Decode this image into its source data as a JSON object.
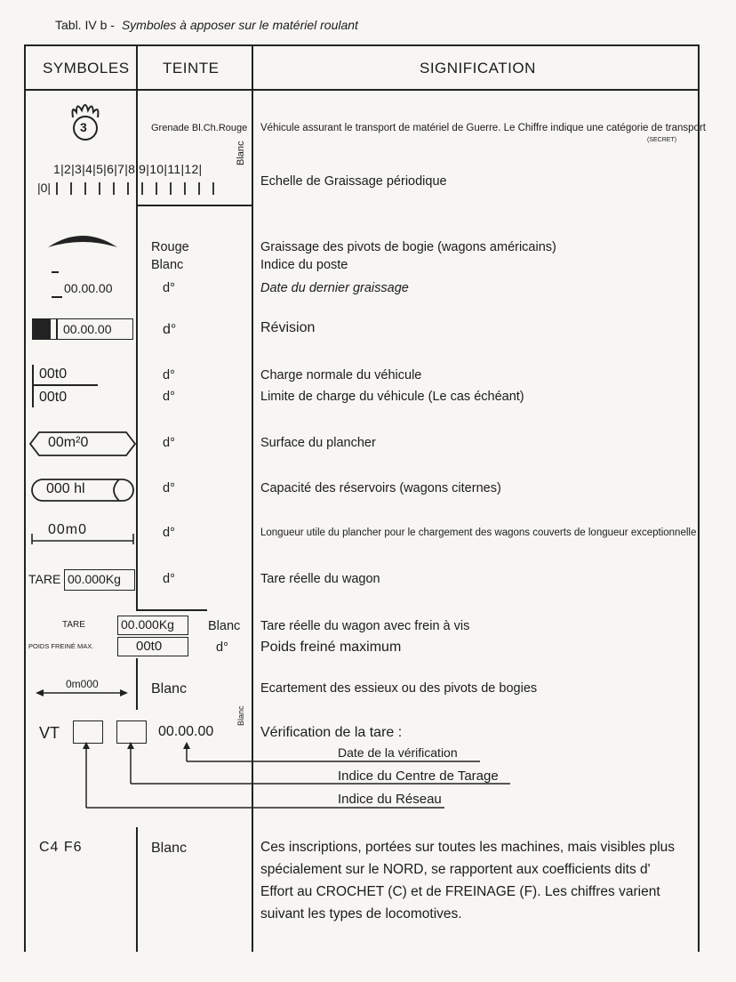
{
  "title": {
    "ref": "Tabl. IV b -",
    "text": "Symboles à apposer sur le matériel roulant"
  },
  "headers": {
    "symboles": "SYMBOLES",
    "teinte": "TEINTE",
    "signification": "SIGNIFICATION"
  },
  "vertical_labels": {
    "blanc_1": "Blanc",
    "blanc_2": "Blanc"
  },
  "rows": {
    "grenade": {
      "symbol": "3",
      "teinte": "Grenade Bl.Ch.Rouge",
      "signification": "Véhicule assurant le transport de matériel de Guerre. Le Chiffre indique une catégorie de transport",
      "note": "(SECRET)"
    },
    "graissage_periodique": {
      "top_numbers": "1|2|3|4|5|6|7|8|9|10|11|12|",
      "bottom_left": "|0|",
      "signification": "Echelle de Graissage périodique"
    },
    "graissage_pivots": {
      "teinte_1": "Rouge",
      "teinte_2": "Blanc",
      "sig_1": "Graissage des pivots de bogie (wagons américains)",
      "sig_2": "Indice du poste",
      "date_symbol": "00.00.00",
      "teinte_3": "d°",
      "sig_3": "Date du dernier graissage"
    },
    "revision": {
      "symbol": "00.00.00",
      "teinte": "d°",
      "signification": "Révision"
    },
    "charge": {
      "symbol_1": "00t0",
      "symbol_2": "00t0",
      "teinte_1": "d°",
      "teinte_2": "d°",
      "sig_1": "Charge normale du véhicule",
      "sig_2": "Limite de charge du véhicule (Le cas échéant)"
    },
    "surface": {
      "symbol": "00m²0",
      "teinte": "d°",
      "signification": "Surface du plancher"
    },
    "capacite": {
      "symbol": "000 hl",
      "teinte": "d°",
      "signification": "Capacité des réservoirs (wagons citernes)"
    },
    "longueur": {
      "symbol": "00m0",
      "teinte": "d°",
      "signification": "Longueur utile du plancher pour le chargement des wagons couverts de longueur exceptionnelle"
    },
    "tare": {
      "label": "TARE",
      "symbol": "00.000Kg",
      "teinte": "d°",
      "signification": "Tare réelle du wagon"
    },
    "tare_frein": {
      "label_1": "TARE",
      "symbol_1": "00.000Kg",
      "label_2": "POIDS FREINÉ MAX.",
      "symbol_2": "00t0",
      "teinte_1": "Blanc",
      "teinte_2": "d°",
      "sig_1": "Tare réelle du wagon avec frein à vis",
      "sig_2": "Poids freiné maximum"
    },
    "ecartement": {
      "symbol": "0m000",
      "teinte": "Blanc",
      "signification": "Ecartement des essieux ou des pivots de bogies"
    },
    "verification": {
      "symbol_vt": "VT",
      "symbol_date": "00.00.00",
      "signification": "Vérification de la tare :",
      "sub_1": "Date de la vérification",
      "sub_2": "Indice du Centre de Tarage",
      "sub_3": "Indice du Réseau"
    },
    "coefficients": {
      "symbol": "C4 F6",
      "teinte": "Blanc",
      "line_1": "Ces inscriptions, portées sur toutes les machines, mais visibles plus",
      "line_2": "spécialement sur le NORD, se rapportent aux coefficients dits d'",
      "line_3": "Effort au CROCHET (C) et de FREINAGE (F). Les chiffres varient",
      "line_4": "suivant les types de locomotives."
    }
  },
  "colors": {
    "paper": "#f7f6f2",
    "ink": "#1c1c1c"
  }
}
